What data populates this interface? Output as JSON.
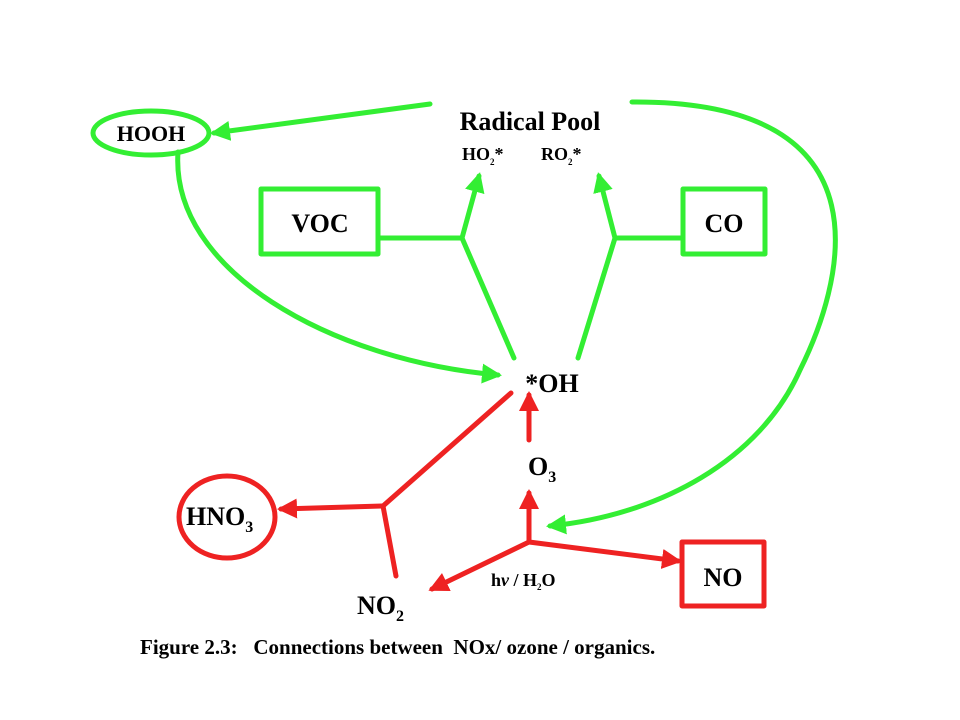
{
  "colors": {
    "radical_cycle": "#33ee33",
    "nox_cycle": "#ee2222",
    "text": "#000000",
    "background": "#ffffff"
  },
  "nodes": {
    "radical_pool": "Radical Pool",
    "ho2": {
      "base": "HO",
      "sub": "2",
      "sup": "*"
    },
    "ro2": {
      "base": "RO",
      "sub": "2",
      "sup": "*"
    },
    "hooh": "HOOH",
    "voc": "VOC",
    "co": "CO",
    "oh": "*OH",
    "o3": {
      "base": "O",
      "sub": "3"
    },
    "hno3": {
      "base": "HNO",
      "sub": "3"
    },
    "no2": {
      "base": "NO",
      "sub": "2"
    },
    "no": "NO",
    "hv_h2o": {
      "pre": "h",
      "nu": "ν",
      "mid": " / H",
      "sub": "2",
      "post": "O"
    }
  },
  "caption": "Figure 2.3:   Connections between  NOx/ ozone / organics."
}
